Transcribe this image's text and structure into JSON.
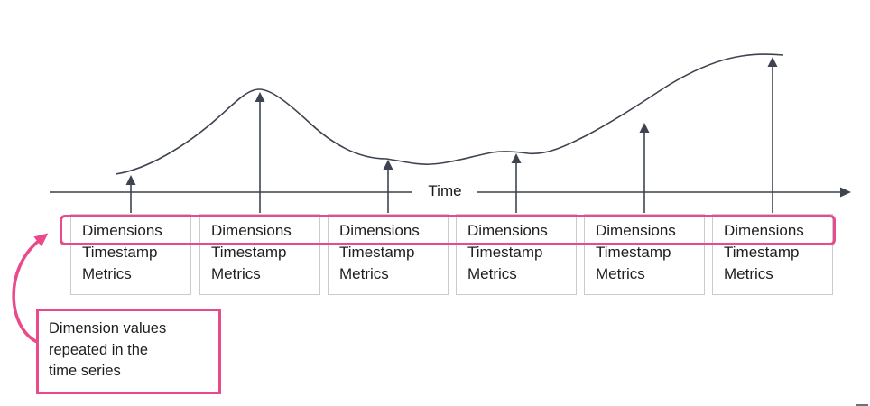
{
  "axis": {
    "label": "Time"
  },
  "records": [
    {
      "dimensions": "Dimensions",
      "timestamp": "Timestamp",
      "metrics": "Metrics"
    },
    {
      "dimensions": "Dimensions",
      "timestamp": "Timestamp",
      "metrics": "Metrics"
    },
    {
      "dimensions": "Dimensions",
      "timestamp": "Timestamp",
      "metrics": "Metrics"
    },
    {
      "dimensions": "Dimensions",
      "timestamp": "Timestamp",
      "metrics": "Metrics"
    },
    {
      "dimensions": "Dimensions",
      "timestamp": "Timestamp",
      "metrics": "Metrics"
    },
    {
      "dimensions": "Dimensions",
      "timestamp": "Timestamp",
      "metrics": "Metrics"
    }
  ],
  "callout": {
    "text": "Dimension values\nrepeated in the\ntime series"
  },
  "colors": {
    "accent_pink": "#EA4A8C",
    "line_dark": "#3d4450",
    "axis_gray": "#6a7077",
    "box_border": "#c8cbd0",
    "text": "#1e1e1e"
  }
}
